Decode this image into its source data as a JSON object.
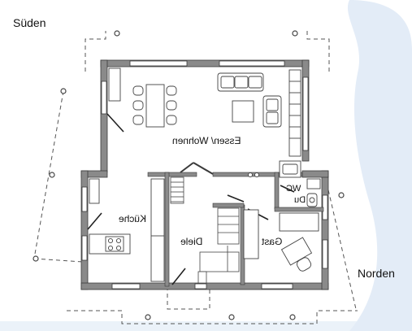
{
  "compass": {
    "south": "Süden",
    "north": "Norden"
  },
  "rooms": {
    "living_dining": "Essen/ Wohnen",
    "kitchen": "Küche",
    "hall": "Diele",
    "guest": "Gast",
    "wc": "WC",
    "shower": "Du"
  },
  "colors": {
    "wall": "#8a8a8a",
    "wall_outline": "#3a3a3a",
    "line": "#333333",
    "background_blob": "#e3ecf7",
    "dashed": "#555555"
  },
  "labels_mirrored": true
}
